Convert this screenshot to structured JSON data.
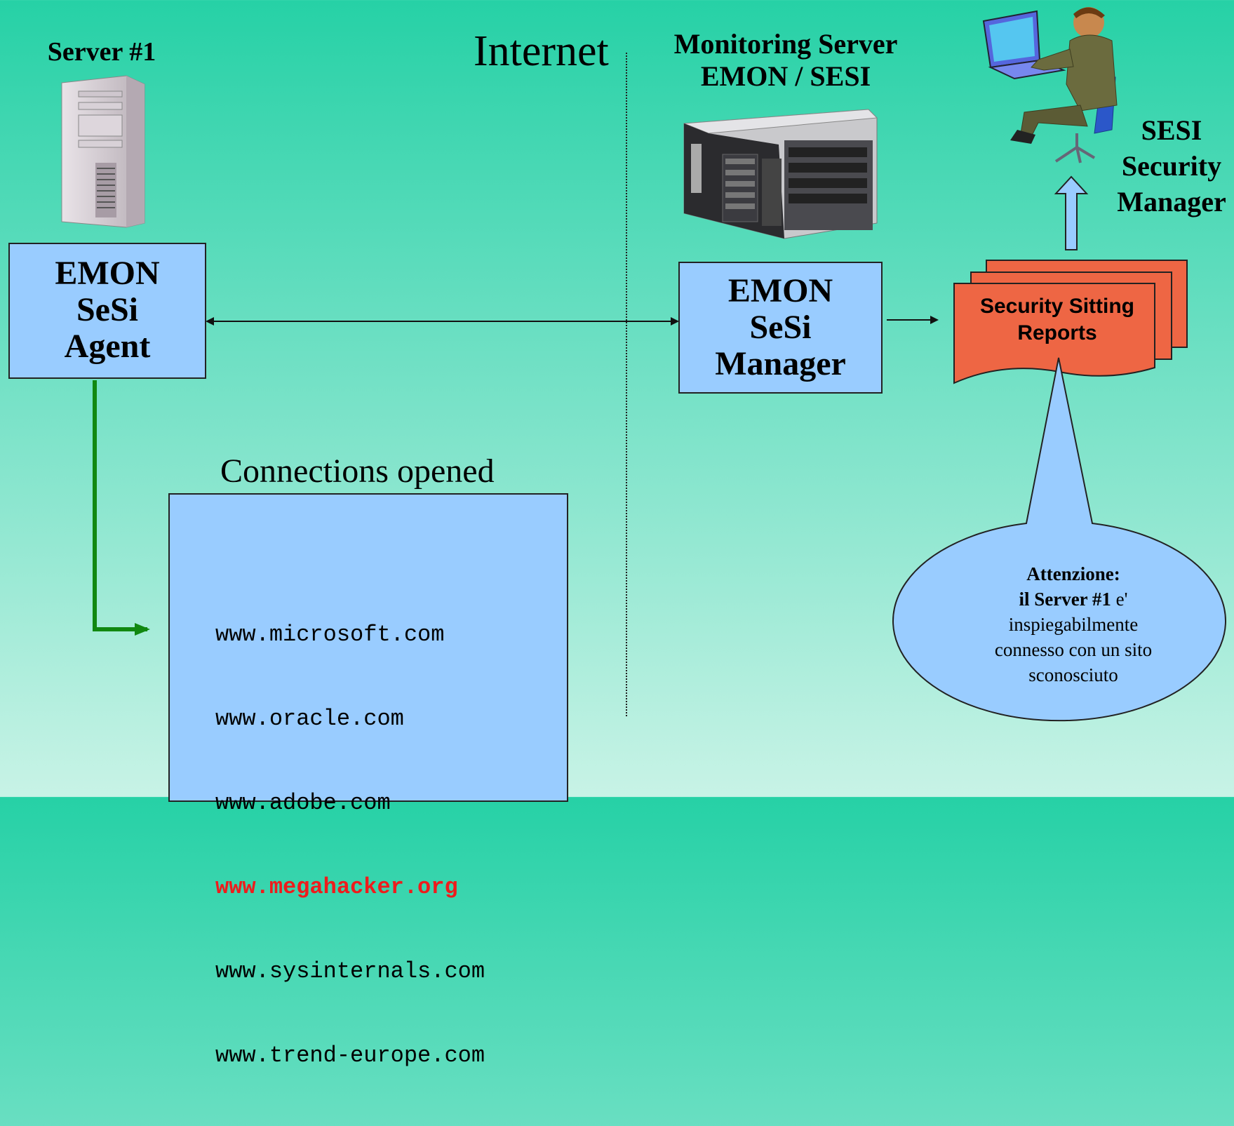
{
  "server1": {
    "title": "Server #1"
  },
  "internet": {
    "label": "Internet"
  },
  "monitoring": {
    "title_line1": "Monitoring Server",
    "title_line2": "EMON / SESI"
  },
  "agent_box": {
    "line1": "EMON",
    "line2": "SeSi",
    "line3": "Agent"
  },
  "manager_box": {
    "line1": "EMON",
    "line2": "SeSi",
    "line3": "Manager"
  },
  "reports": {
    "line1": "Security Sitting",
    "line2": "Reports"
  },
  "security_manager": {
    "line1": "SESI",
    "line2": "Security",
    "line3": "Manager"
  },
  "connections": {
    "title": "Connections opened",
    "items": [
      {
        "text": "www.microsoft.com",
        "highlight": false
      },
      {
        "text": "www.oracle.com",
        "highlight": false
      },
      {
        "text": "www.adobe.com",
        "highlight": false
      },
      {
        "text": "www.megahacker.org",
        "highlight": true
      },
      {
        "text": "www.sysinternals.com",
        "highlight": false
      },
      {
        "text": "www.trend-europe.com",
        "highlight": false
      }
    ]
  },
  "alert": {
    "line1": "Attenzione:",
    "line2_bold": "il Server #1",
    "line2_rest": " e'",
    "line3": "inspiegabilmente",
    "line4": "connesso con un sito",
    "line5": "sconosciuto"
  },
  "colors": {
    "box_fill": "#99ccff",
    "report_fill": "#ee6644",
    "green_arrow": "#118811",
    "highlight_red": "#ee1c1c",
    "up_arrow_fill": "#99ccff"
  },
  "icons": [
    "tower-server-icon",
    "rack-server-icon",
    "person-at-laptop-icon"
  ]
}
